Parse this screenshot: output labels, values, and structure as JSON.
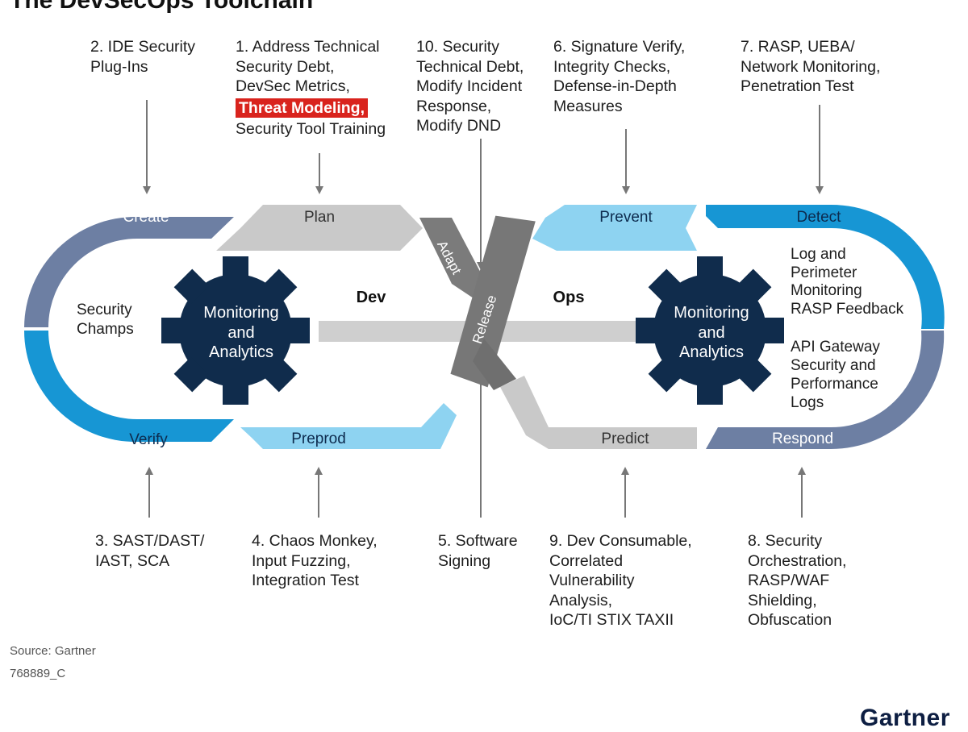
{
  "title": "The DevSecOps Toolchain",
  "center": {
    "dev": "Dev",
    "ops": "Ops",
    "adapt": "Adapt",
    "release": "Release"
  },
  "stages": {
    "create": "Create",
    "plan": "Plan",
    "verify": "Verify",
    "preprod": "Preprod",
    "prevent": "Prevent",
    "detect": "Detect",
    "predict": "Predict",
    "respond": "Respond"
  },
  "gears": {
    "left": [
      "Monitoring",
      "and",
      "Analytics"
    ],
    "right": [
      "Monitoring",
      "and",
      "Analytics"
    ]
  },
  "inner": {
    "security_champs": [
      "Security",
      "Champs"
    ],
    "detect_notes": [
      "Log and",
      "Perimeter",
      "Monitoring",
      "RASP Feedback"
    ],
    "respond_notes": [
      "API Gateway",
      "Security and",
      "Performance",
      "Logs"
    ]
  },
  "notes_top": {
    "ide": [
      "2. IDE Security",
      "Plug-Ins"
    ],
    "address": {
      "before": [
        "1. Address Technical",
        "Security Debt,",
        "DevSec Metrics,"
      ],
      "highlight": "Threat Modeling,",
      "after": [
        "Security Tool Training"
      ]
    },
    "security_debt": [
      "10. Security",
      "Technical Debt,",
      "Modify Incident",
      "Response,",
      "Modify DND"
    ],
    "signature": [
      "6. Signature Verify,",
      "Integrity Checks,",
      "Defense-in-Depth",
      "Measures"
    ],
    "rasp": [
      "7. RASP, UEBA/",
      "Network Monitoring,",
      "Penetration Test"
    ]
  },
  "notes_bottom": {
    "sast": [
      "3. SAST/DAST/",
      "IAST, SCA"
    ],
    "chaos": [
      "4. Chaos Monkey,",
      "Input Fuzzing,",
      "Integration Test"
    ],
    "signing": [
      "5. Software",
      "Signing"
    ],
    "dev_consumable": [
      "9. Dev Consumable,",
      "Correlated",
      "Vulnerability",
      "Analysis,",
      "IoC/TI STIX TAXII"
    ],
    "orchestration": [
      "8. Security",
      "Orchestration,",
      "RASP/WAF",
      "Shielding,",
      "Obfuscation"
    ]
  },
  "footer": {
    "source": "Source: Gartner",
    "code": "768889_C",
    "logo": "Gartner"
  },
  "colors": {
    "slate": "#6d7fa3",
    "blue": "#1796d4",
    "lightblue": "#8ed3f1",
    "gray": "#c9c9c9",
    "darkgray": "#707070",
    "gear": "#102c4c",
    "highlight": "#d9231d"
  }
}
